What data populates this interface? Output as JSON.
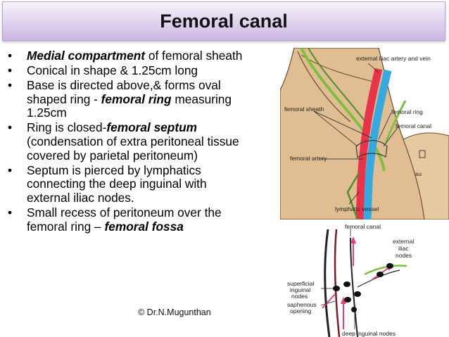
{
  "title": "Femoral canal",
  "bullets": [
    {
      "parts": [
        {
          "t": "Medial compartment",
          "em": true
        },
        {
          "t": " of femoral sheath",
          "em": false
        }
      ]
    },
    {
      "parts": [
        {
          "t": "Conical in shape & 1.25cm long",
          "em": false
        }
      ]
    },
    {
      "parts": [
        {
          "t": "Base is directed above,& forms oval shaped ring - ",
          "em": false
        },
        {
          "t": "femoral ring",
          "em": true
        },
        {
          "t": " measuring 1.25cm",
          "em": false
        }
      ]
    },
    {
      "parts": [
        {
          "t": " Ring is closed-",
          "em": false
        },
        {
          "t": "femoral septum",
          "em": true
        },
        {
          "t": " (condensation of extra peritoneal tissue covered by parietal peritoneum)",
          "em": false
        }
      ]
    },
    {
      "parts": [
        {
          "t": "Septum is pierced by lymphatics connecting the deep inguinal with external iliac nodes.",
          "em": false
        }
      ]
    },
    {
      "parts": [
        {
          "t": "Small recess of peritoneum over the femoral ring – ",
          "em": false
        },
        {
          "t": "femoral fossa",
          "em": true
        }
      ]
    }
  ],
  "credit": "© Dr.N.Mugunthan",
  "figure_top_labels": {
    "external_iliac": "external iliac artery and vein",
    "femoral_sheath": "femoral sheath",
    "femoral_ring": "femoral ring",
    "femoral_canal": "femoral canal",
    "femoral_artery": "femoral artery",
    "lymphatic_vessel": "lymphatic vessel",
    "su": "su"
  },
  "figure_bottom_labels": {
    "femoral_canal": "femoral canal",
    "external_iliac_nodes_1": "external",
    "external_iliac_nodes_2": "iliac",
    "external_iliac_nodes_3": "nodes",
    "superficial_1": "superficial",
    "superficial_2": "inguinal",
    "superficial_3": "nodes",
    "saphenous_1": "saphenous",
    "saphenous_2": "opening",
    "deep_inguinal": "deep inguinal nodes"
  },
  "colors": {
    "title_bg": "#d9c9ea",
    "skin": "#e0bd92",
    "artery": "#e8344a",
    "vein": "#38a9df",
    "lymphatic": "#7fbf3f",
    "arrow_pink": "#e04080"
  }
}
